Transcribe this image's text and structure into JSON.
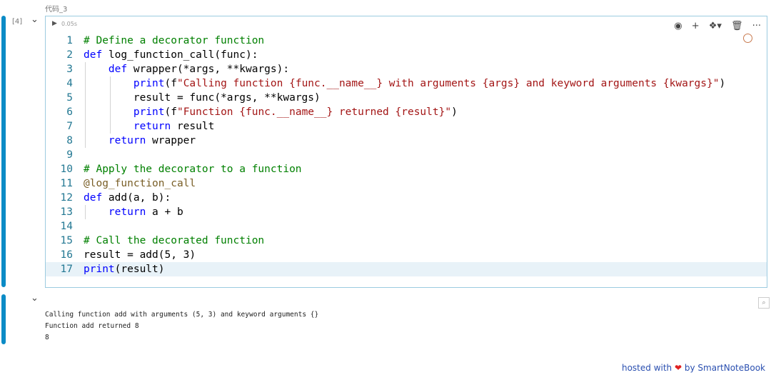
{
  "cell_title": "代码_3",
  "exec_count": "[4]",
  "exec_time": "0.05s",
  "toolbar": {
    "icons": [
      "eye-icon",
      "plus-icon",
      "python-icon",
      "trash-icon",
      "more-icon"
    ]
  },
  "code_lines": [
    [
      [
        "# Define a decorator function",
        "cm"
      ]
    ],
    [
      [
        "def ",
        "kw"
      ],
      [
        "log_function_call(func):",
        "tx"
      ]
    ],
    [
      [
        "    ",
        " "
      ],
      [
        "def ",
        "kw"
      ],
      [
        "wrapper(*args, **kwargs):",
        "tx"
      ]
    ],
    [
      [
        "        ",
        " "
      ],
      [
        "print",
        "fn"
      ],
      [
        "(f",
        "tx"
      ],
      [
        "\"Calling function {func.__name__} with arguments {args} and keyword arguments {kwargs}\"",
        "st"
      ],
      [
        ")",
        "tx"
      ]
    ],
    [
      [
        "        ",
        " "
      ],
      [
        "result = func(*args, **kwargs)",
        "tx"
      ]
    ],
    [
      [
        "        ",
        " "
      ],
      [
        "print",
        "fn"
      ],
      [
        "(f",
        "tx"
      ],
      [
        "\"Function {func.__name__} returned {result}\"",
        "st"
      ],
      [
        ")",
        "tx"
      ]
    ],
    [
      [
        "        ",
        " "
      ],
      [
        "return ",
        "kw"
      ],
      [
        "result",
        "tx"
      ]
    ],
    [
      [
        "    ",
        " "
      ],
      [
        "return ",
        "kw"
      ],
      [
        "wrapper",
        "tx"
      ]
    ],
    [],
    [
      [
        "# Apply the decorator to a function",
        "cm"
      ]
    ],
    [
      [
        "@log_function_call",
        "dc"
      ]
    ],
    [
      [
        "def ",
        "kw"
      ],
      [
        "add(a, b):",
        "tx"
      ]
    ],
    [
      [
        "    ",
        " "
      ],
      [
        "return ",
        "kw"
      ],
      [
        "a + b",
        "tx"
      ]
    ],
    [],
    [
      [
        "# Call the decorated function",
        "cm"
      ]
    ],
    [
      [
        "result = add(5, 3)",
        "tx"
      ]
    ],
    [
      [
        "print",
        "fn"
      ],
      [
        "(result)",
        "tx"
      ]
    ]
  ],
  "output_lines": [
    "Calling function add with arguments (5, 3) and keyword arguments {}",
    "Function add returned 8",
    "8"
  ],
  "footer": {
    "hosted": "hosted with",
    "by": "by SmartNoteBook"
  }
}
